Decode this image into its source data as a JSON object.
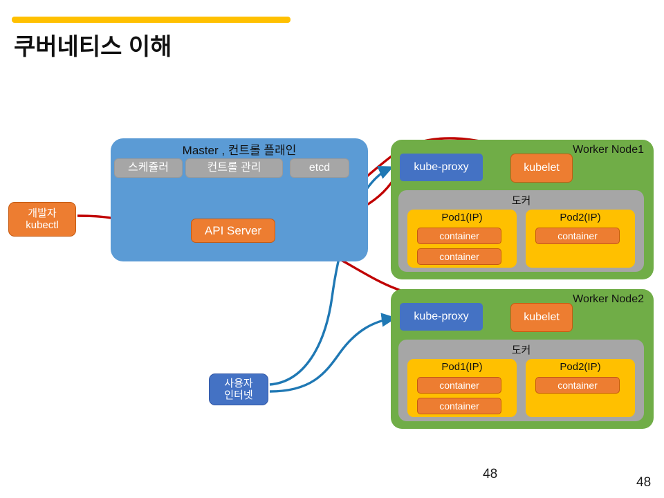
{
  "slide": {
    "title": "쿠버네티스 이해",
    "accent_color": "#ffc000",
    "page_number_main": "48",
    "page_number_corner": "48"
  },
  "master": {
    "title": "Master , 컨트롤 플래인",
    "panel_color": "#5b9bd5",
    "components": [
      {
        "label": "스케쥴러",
        "color": "#a6a6a6"
      },
      {
        "label": "컨트롤 관리",
        "color": "#a6a6a6"
      },
      {
        "label": "etcd",
        "color": "#a6a6a6"
      }
    ],
    "api_server": {
      "label": "API Server",
      "color": "#ed7d31"
    }
  },
  "actors": {
    "developer": {
      "line1": "개발자",
      "line2": "kubectl",
      "color": "#ed7d31"
    },
    "user": {
      "line1": "사용자",
      "line2": "인터넷",
      "color": "#4472c4"
    }
  },
  "workers": [
    {
      "label": "Worker Node1",
      "color": "#70ad47",
      "kube_proxy": {
        "label": "kube-proxy",
        "color": "#4472c4"
      },
      "kubelet": {
        "label": "kubelet",
        "color": "#ed7d31"
      },
      "docker": {
        "label": "도커",
        "color": "#a6a6a6"
      },
      "pods": [
        {
          "label": "Pod1(IP)",
          "color": "#ffc000",
          "containers": [
            "container",
            "container"
          ]
        },
        {
          "label": "Pod2(IP)",
          "color": "#ffc000",
          "containers": [
            "container"
          ]
        }
      ]
    },
    {
      "label": "Worker Node2",
      "color": "#70ad47",
      "kube_proxy": {
        "label": "kube-proxy",
        "color": "#4472c4"
      },
      "kubelet": {
        "label": "kubelet",
        "color": "#ed7d31"
      },
      "docker": {
        "label": "도커",
        "color": "#a6a6a6"
      },
      "pods": [
        {
          "label": "Pod1(IP)",
          "color": "#ffc000",
          "containers": [
            "container",
            "container"
          ]
        },
        {
          "label": "Pod2(IP)",
          "color": "#ffc000",
          "containers": [
            "container"
          ]
        }
      ]
    }
  ],
  "connectors": {
    "control_flow_color": "#c00000",
    "traffic_flow_color": "#1f78b4",
    "internal_color": "#000000"
  }
}
